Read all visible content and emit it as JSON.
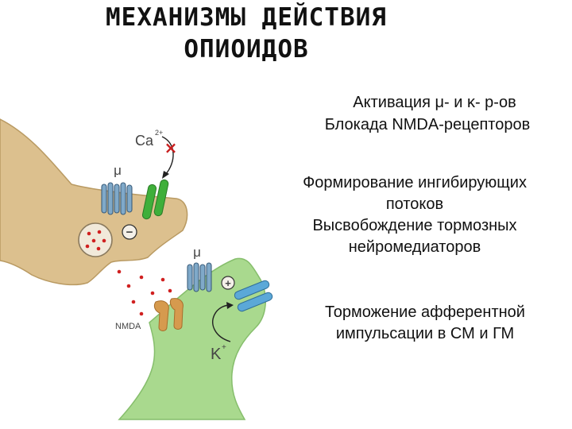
{
  "title": {
    "line1": "МЕХАНИЗМЫ ДЕЙСТВИЯ",
    "line2": "ОПИОИДОВ"
  },
  "mechanisms": {
    "line1": "Активация μ- и κ- р-ов",
    "line2": "Блокада NMDA-рецепторов",
    "line3": "Формирование ингибирующих",
    "line4": "потоков",
    "line5": "Высвобождение тормозных",
    "line6": "нейромедиаторов",
    "line7": "Торможение афферентной",
    "line8": "импульсации в СМ и ГМ"
  },
  "diagram": {
    "ca_label": "Ca",
    "ca_charge": "2+",
    "mu_label_top": "μ",
    "mu_label_bottom": "μ",
    "nmda_label": "NMDA",
    "k_label": "K",
    "k_charge": "+",
    "block_mark": "×",
    "minus_sign": "−",
    "plus_sign": "+",
    "colors": {
      "presynaptic": "#DCC08E",
      "postsynaptic": "#A9D98E",
      "mu_receptor": "#7FA9C9",
      "ca_channel": "#3FAF3A",
      "k_channel": "#5BA8D8",
      "nmda_receptor": "#D69A4E",
      "vesicle_dots": "#D02020",
      "block_mark": "#C81E1E"
    }
  }
}
